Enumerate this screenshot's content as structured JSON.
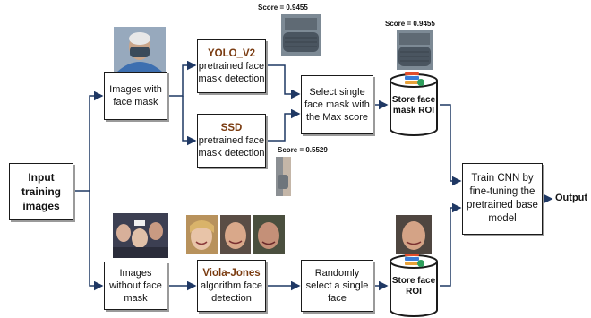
{
  "nodes": {
    "input": "Input training images",
    "with_mask": "Images with face mask",
    "without_mask": "Images without face mask",
    "yolo": {
      "title": "YOLO_V2",
      "body": "pretrained face mask detection"
    },
    "ssd": {
      "title": "SSD",
      "body": "pretrained face mask detection"
    },
    "viola": {
      "title": "Viola-Jones",
      "body": "algorithm face detection"
    },
    "select_single": "Select single face mask with the Max score",
    "random_select": "Randomly select a single face",
    "store_mask": "Store face mask ROI",
    "store_face": "Store face ROI",
    "train": "Train CNN by fine-tuning the pretrained base model",
    "output": "Output"
  },
  "scores": {
    "yolo": "Score = 0.9455",
    "stored": "Score = 0.9455",
    "ssd": "Score = 0.5529"
  },
  "colors": {
    "title_brown": "#7a3b10",
    "arrow": "#1f3864",
    "cylinder": "#1a1a1a"
  }
}
